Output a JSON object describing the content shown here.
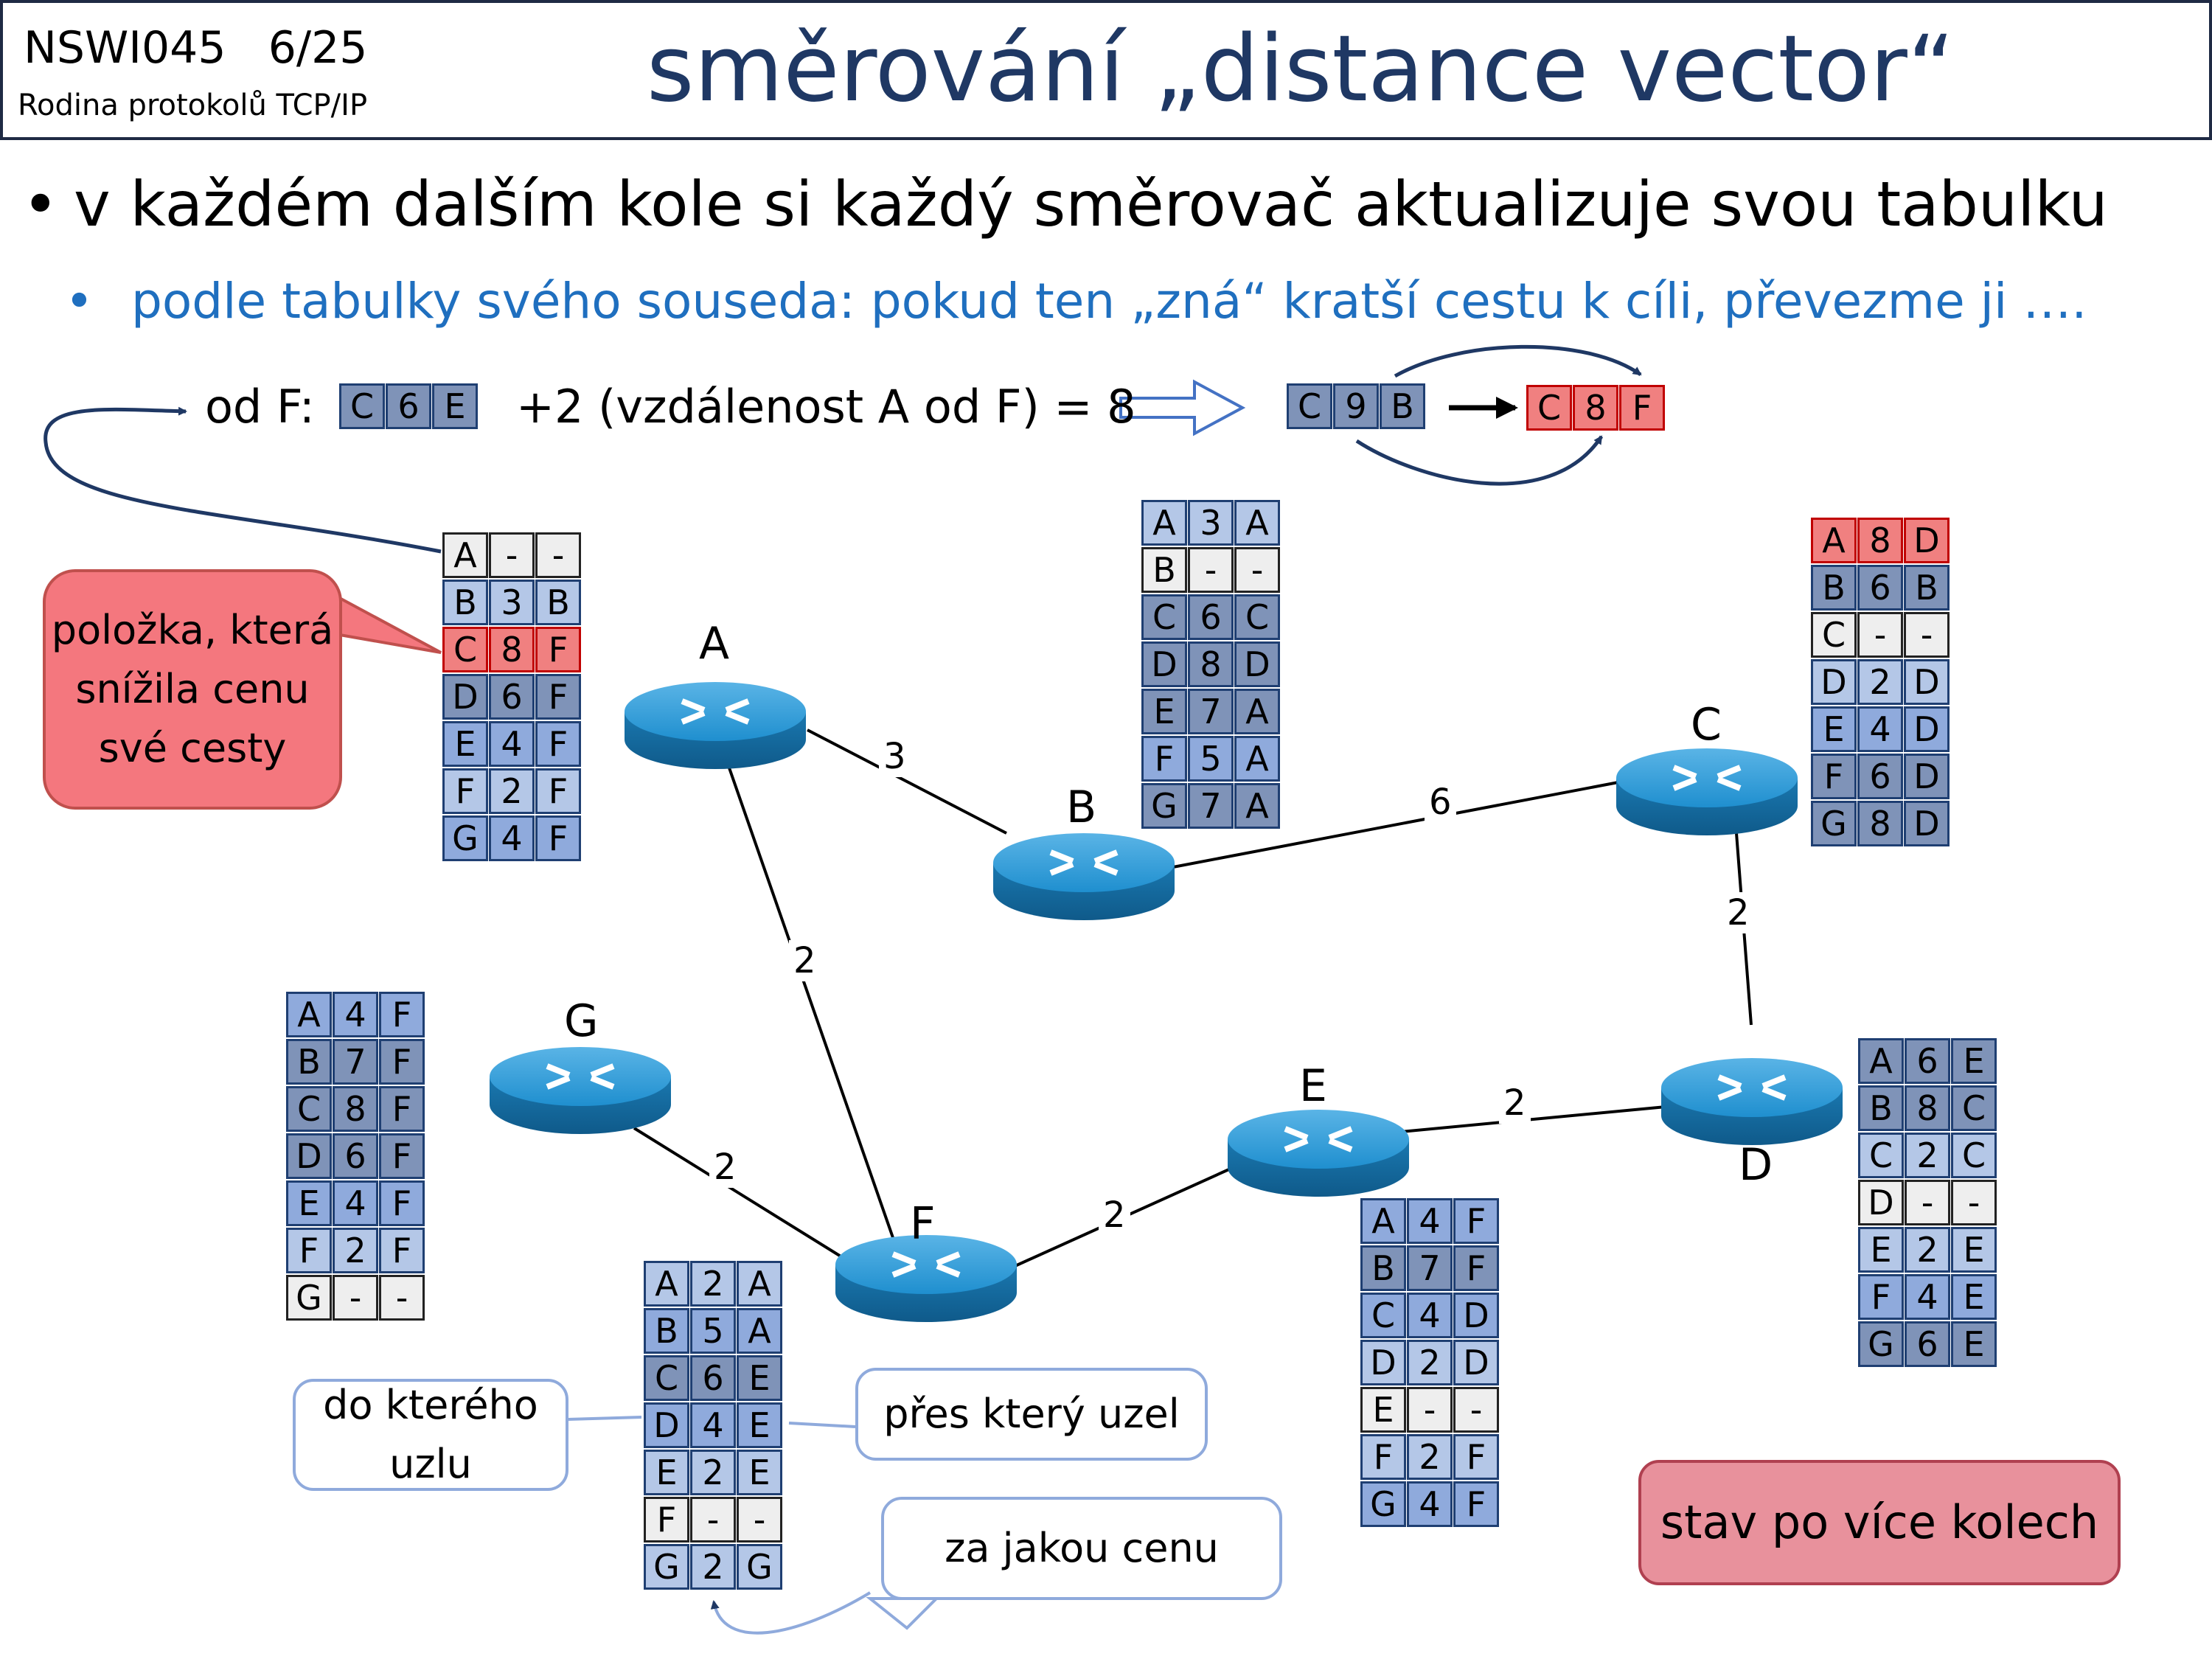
{
  "header": {
    "course": "NSWI045",
    "page": "6/25",
    "subtitle": "Rodina protokolů TCP/IP",
    "title": "směrování „distance vector“"
  },
  "bullets": {
    "b1": "v každém dalším kole si každý směrovač aktualizuje svou tabulku",
    "b2": "podle tabulky svého souseda: pokud ten „zná“ kratší cestu k cíli, převezme ji …."
  },
  "calc": {
    "from_label": "od F:",
    "from_entry": [
      "C",
      "6",
      "E"
    ],
    "formula": "+2 (vzdálenost A od F) = 8",
    "old_entry": [
      "C",
      "9",
      "B"
    ],
    "new_entry": [
      "C",
      "8",
      "F"
    ]
  },
  "routers": {
    "A": "A",
    "B": "B",
    "C": "C",
    "D": "D",
    "E": "E",
    "F": "F",
    "G": "G"
  },
  "links": [
    {
      "id": "A-B",
      "weight": "3"
    },
    {
      "id": "B-C",
      "weight": "6"
    },
    {
      "id": "C-D",
      "weight": "2"
    },
    {
      "id": "A-F",
      "weight": "2"
    },
    {
      "id": "G-F",
      "weight": "2"
    },
    {
      "id": "F-E",
      "weight": "2"
    },
    {
      "id": "E-D",
      "weight": "2"
    }
  ],
  "tables": {
    "A": [
      [
        "A",
        "-",
        "-"
      ],
      [
        "B",
        "3",
        "B"
      ],
      [
        "C",
        "8",
        "F"
      ],
      [
        "D",
        "6",
        "F"
      ],
      [
        "E",
        "4",
        "F"
      ],
      [
        "F",
        "2",
        "F"
      ],
      [
        "G",
        "4",
        "F"
      ]
    ],
    "B": [
      [
        "A",
        "3",
        "A"
      ],
      [
        "B",
        "-",
        "-"
      ],
      [
        "C",
        "6",
        "C"
      ],
      [
        "D",
        "8",
        "D"
      ],
      [
        "E",
        "7",
        "A"
      ],
      [
        "F",
        "5",
        "A"
      ],
      [
        "G",
        "7",
        "A"
      ]
    ],
    "C": [
      [
        "A",
        "8",
        "D"
      ],
      [
        "B",
        "6",
        "B"
      ],
      [
        "C",
        "-",
        "-"
      ],
      [
        "D",
        "2",
        "D"
      ],
      [
        "E",
        "4",
        "D"
      ],
      [
        "F",
        "6",
        "D"
      ],
      [
        "G",
        "8",
        "D"
      ]
    ],
    "D": [
      [
        "A",
        "6",
        "E"
      ],
      [
        "B",
        "8",
        "C"
      ],
      [
        "C",
        "2",
        "C"
      ],
      [
        "D",
        "-",
        "-"
      ],
      [
        "E",
        "2",
        "E"
      ],
      [
        "F",
        "4",
        "E"
      ],
      [
        "G",
        "6",
        "E"
      ]
    ],
    "E": [
      [
        "A",
        "4",
        "F"
      ],
      [
        "B",
        "7",
        "F"
      ],
      [
        "C",
        "4",
        "D"
      ],
      [
        "D",
        "2",
        "D"
      ],
      [
        "E",
        "-",
        "-"
      ],
      [
        "F",
        "2",
        "F"
      ],
      [
        "G",
        "4",
        "F"
      ]
    ],
    "F": [
      [
        "A",
        "2",
        "A"
      ],
      [
        "B",
        "5",
        "A"
      ],
      [
        "C",
        "6",
        "E"
      ],
      [
        "D",
        "4",
        "E"
      ],
      [
        "E",
        "2",
        "E"
      ],
      [
        "F",
        "-",
        "-"
      ],
      [
        "G",
        "2",
        "G"
      ]
    ],
    "G": [
      [
        "A",
        "4",
        "F"
      ],
      [
        "B",
        "7",
        "F"
      ],
      [
        "C",
        "8",
        "F"
      ],
      [
        "D",
        "6",
        "F"
      ],
      [
        "E",
        "4",
        "F"
      ],
      [
        "F",
        "2",
        "F"
      ],
      [
        "G",
        "-",
        "-"
      ]
    ]
  },
  "callouts": {
    "polozka": "položka, která snížila cenu své cesty",
    "do_ktereho": "do kterého uzlu",
    "pres_ktery": "přes který uzel",
    "za_jakou": "za jakou cenu",
    "stav": "stav po více kolech"
  },
  "colors": {
    "title_blue": "#1f3864",
    "bullet2_blue": "#1f6fbf",
    "router": "#1f8fcf",
    "highlight_red": "#f08080"
  }
}
